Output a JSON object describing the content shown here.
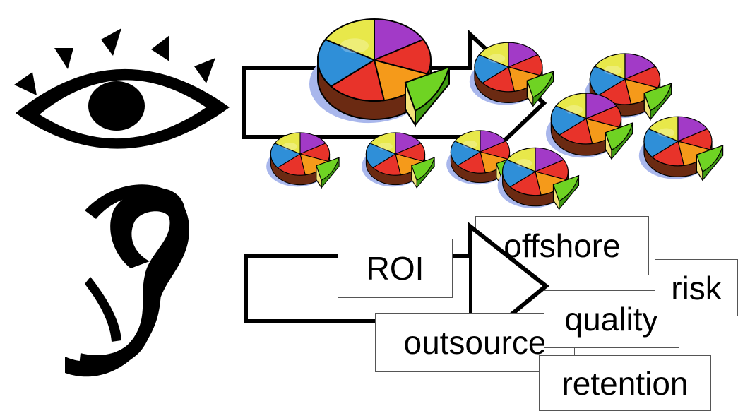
{
  "colors": {
    "ink": "#000000",
    "shadow": "#a9b7ec",
    "slice_blue": "#2f8fd8",
    "slice_yellow": "#e8e84a",
    "slice_purple": "#a23ac7",
    "slice_orange": "#f59a1a",
    "slice_red": "#e8332a",
    "slice_cream": "#f2e27a",
    "slice_green": "#6fd323",
    "side_brown": "#6b2a12"
  },
  "icons": {
    "eye": "eye-icon",
    "ear": "ear-icon",
    "arrow": "right-arrow-icon",
    "pie": "pie-chart-icon"
  },
  "words": {
    "roi": "ROI",
    "offshore": "offshore",
    "risk": "risk",
    "quality": "quality",
    "outsource": "outsource",
    "retention": "retention"
  }
}
